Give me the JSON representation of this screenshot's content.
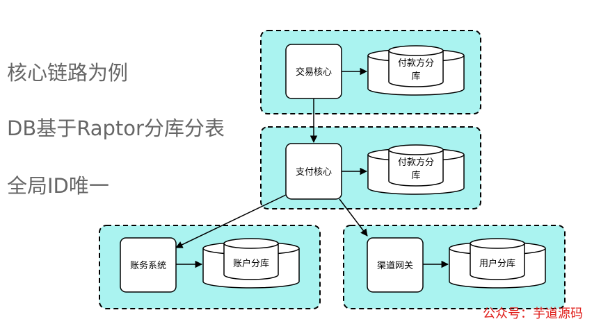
{
  "bullets": [
    "核心链路为例",
    "DB基于Raptor分库分表",
    "全局ID唯一"
  ],
  "nodes": {
    "trade_core": "交易核心",
    "trade_db": [
      "付款方分",
      "库"
    ],
    "pay_core": "支付核心",
    "pay_db": [
      "付款方分",
      "库"
    ],
    "account_system": "账务系统",
    "account_db": "账户分库",
    "channel_gateway": "渠道网关",
    "user_db": "用户分库"
  },
  "watermark": "公众号：芋道源码",
  "colors": {
    "group_fill": "#aaf3f0",
    "group_border": "#000000",
    "node_fill": "#ffffff",
    "bullet_text": "#666666",
    "watermark": "#e0201c"
  }
}
